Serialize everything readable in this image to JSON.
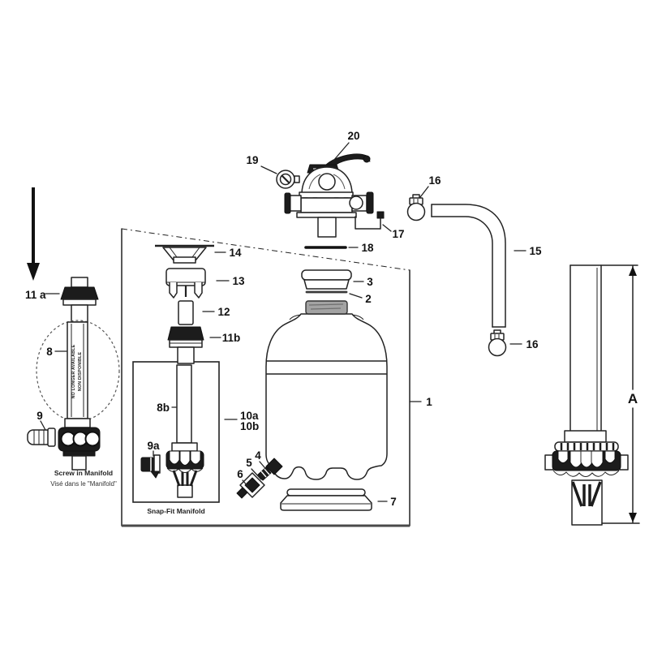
{
  "diagram": {
    "type": "exploded-parts-diagram",
    "callouts": {
      "c1": "1",
      "c2": "2",
      "c3": "3",
      "c4": "4",
      "c5": "5",
      "c6": "6",
      "c7": "7",
      "c8": "8",
      "c8b": "8b",
      "c9": "9",
      "c9a": "9a",
      "c10a": "10a",
      "c10b": "10b",
      "c11a": "11 a",
      "c11b": "11b",
      "c12": "12",
      "c13": "13",
      "c14": "14",
      "c15": "15",
      "c16": "16",
      "c17": "17",
      "c18": "18",
      "c19": "19",
      "c20": "20"
    },
    "captions": {
      "screw_manifold_en": "Screw in Manifold",
      "screw_manifold_fr": "Visé dans le \"Manifold\"",
      "snap_fit": "Snap-Fit Manifold",
      "unavailable_en": "NO LONGER AVAILABLE",
      "unavailable_fr": "NON DISPONIBLE",
      "dimension": "A"
    },
    "colors": {
      "line": "#222222",
      "dark_fill": "#1c1c1c",
      "neck_shade": "#a3a3a3",
      "background": "#ffffff"
    }
  }
}
